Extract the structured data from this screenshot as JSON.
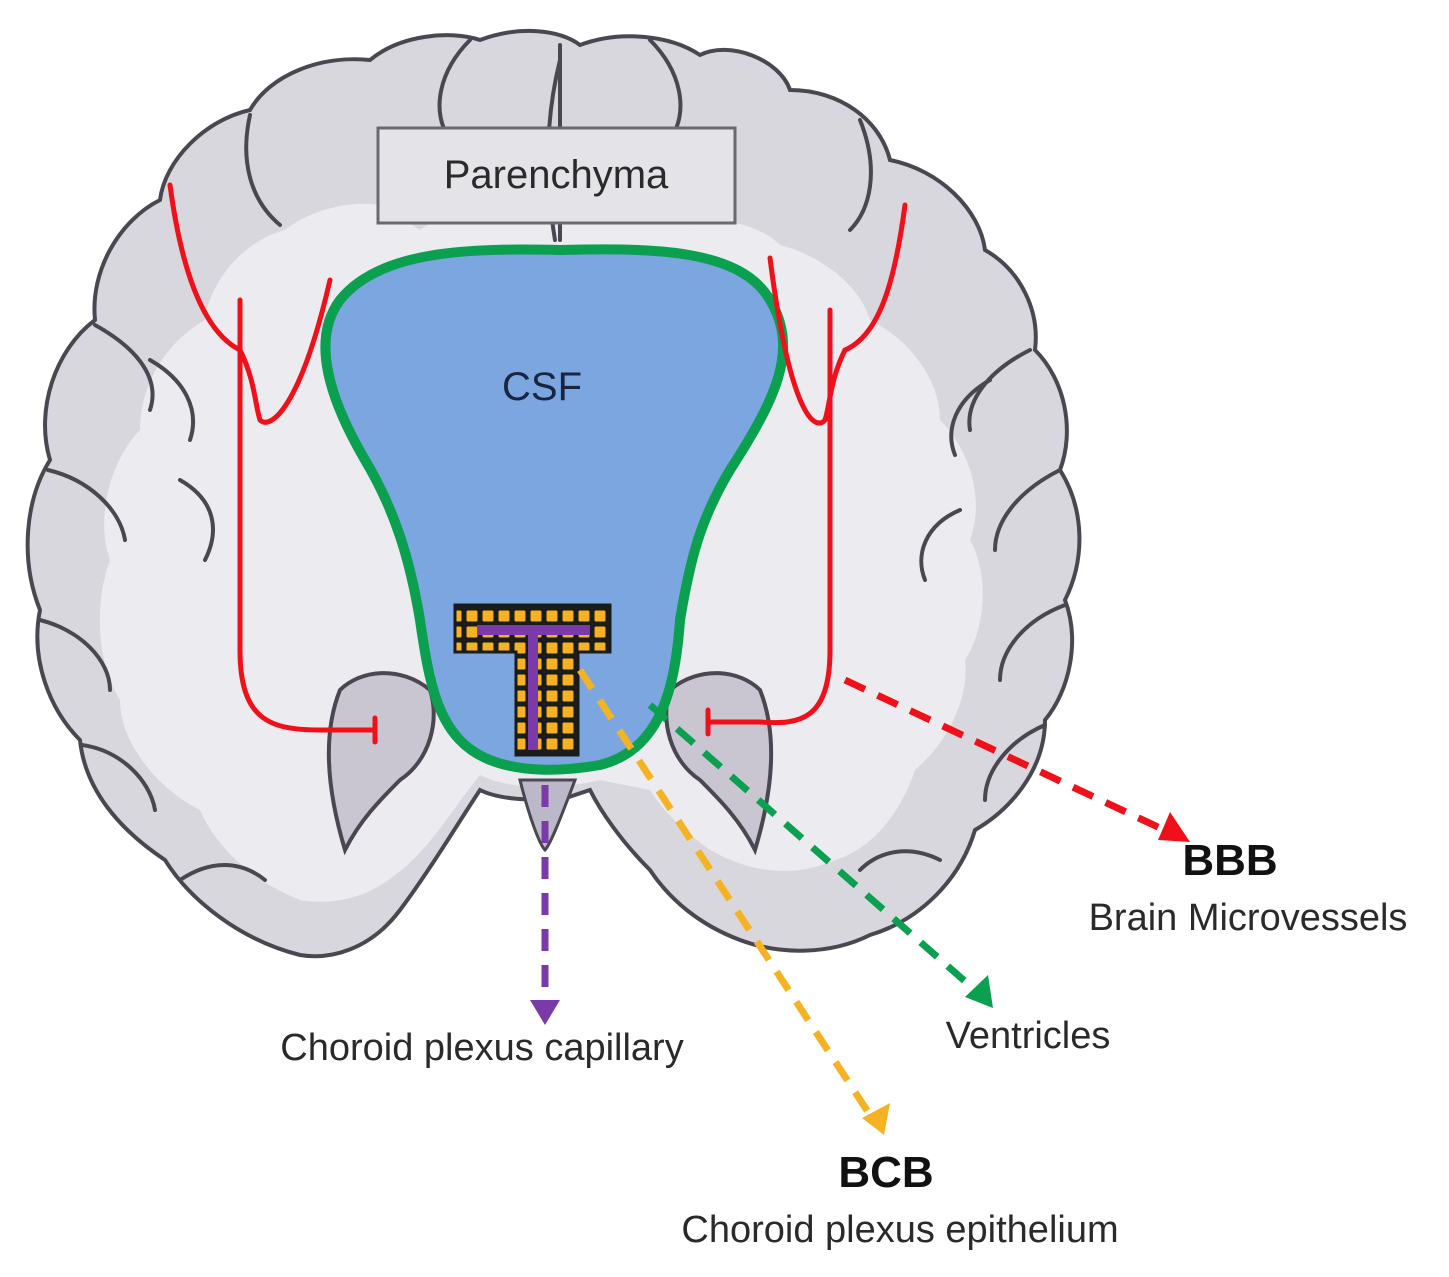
{
  "labels": {
    "parenchyma": "Parenchyma",
    "csf": "CSF",
    "bbb_title": "BBB",
    "bbb_subtitle": "Brain Microvessels",
    "bcb_title": "BCB",
    "bcb_subtitle": "Choroid plexus epithelium",
    "choroid_capillary": "Choroid plexus capillary",
    "ventricles": "Ventricles"
  },
  "colors": {
    "vessel_red": "#f0101a",
    "ventricle_green": "#0aa050",
    "csf_blue": "#7ba6df",
    "capillary_purple": "#7a3aa8",
    "epithelium_orange": "#f5b324",
    "brain_outer": "#d9d7de",
    "brain_inner": "#ecebef",
    "brain_outline": "#4a4750"
  }
}
